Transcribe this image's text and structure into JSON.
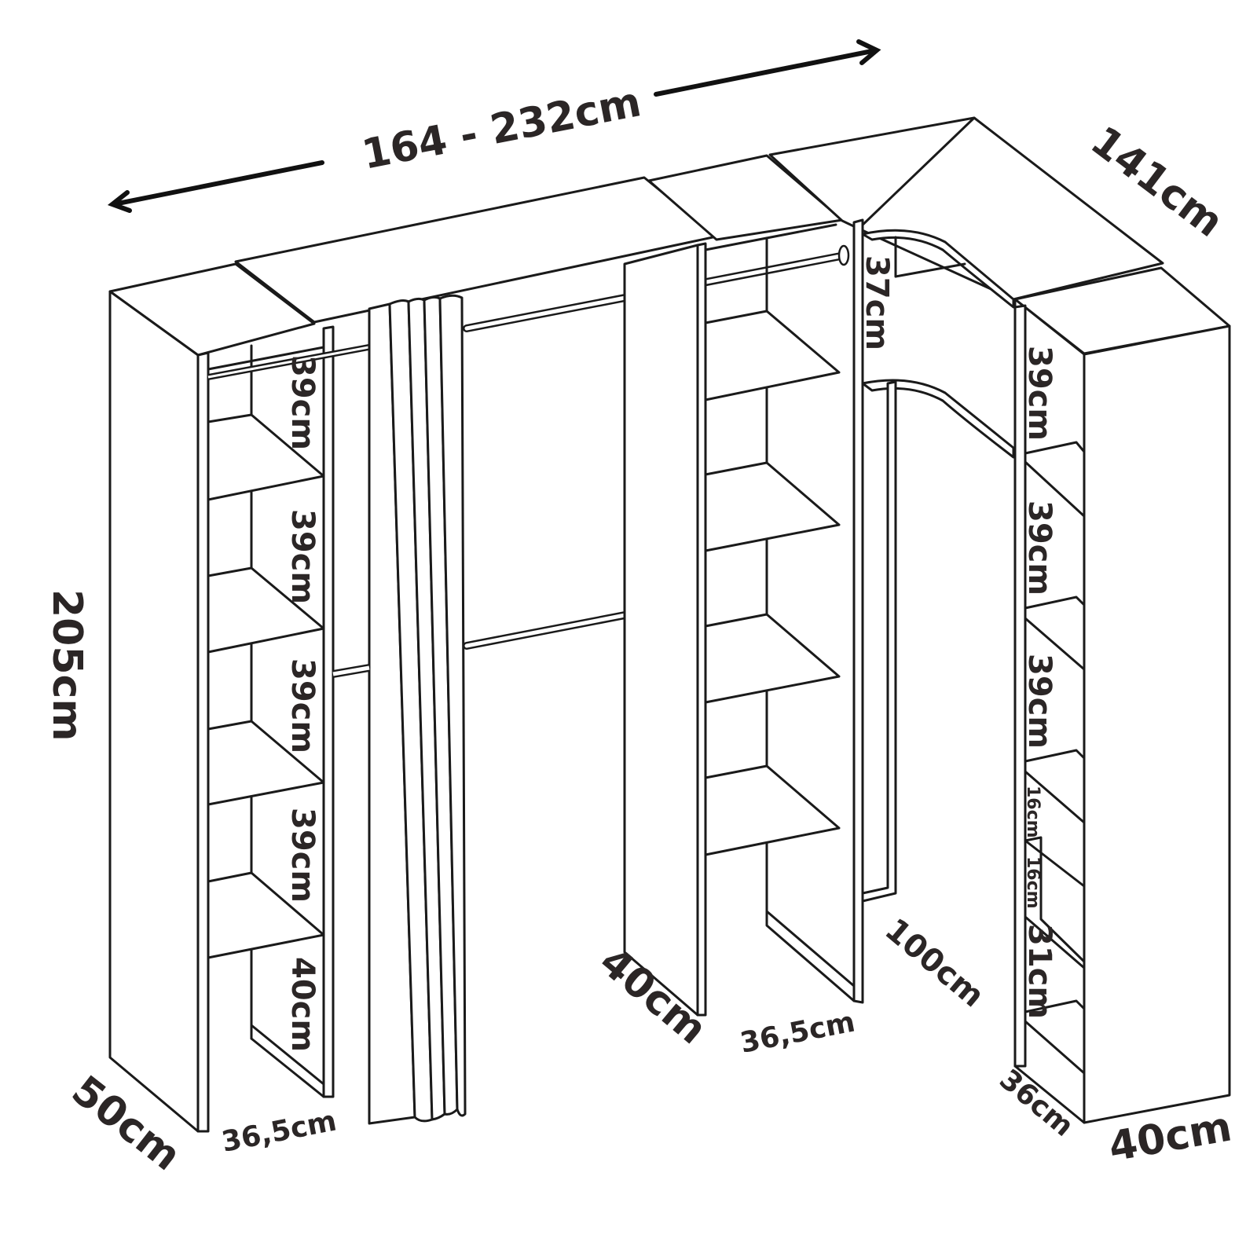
{
  "dimensions": {
    "total_width": "164 - 232cm",
    "depth_right": "141cm",
    "height": "205cm",
    "depth_left": "50cm",
    "shelf_width_left": "36,5cm",
    "left_shelf_heights": [
      "39cm",
      "39cm",
      "39cm",
      "39cm",
      "40cm"
    ],
    "center_depth": "40cm",
    "center_shelf_width": "36,5cm",
    "corner_top": "37cm",
    "corner_width": "100cm",
    "right_shelf_heights": [
      "39cm",
      "39cm",
      "39cm",
      "16cm",
      "16cm",
      "31cm"
    ],
    "right_shelf_width": "36cm",
    "right_depth": "40cm"
  }
}
